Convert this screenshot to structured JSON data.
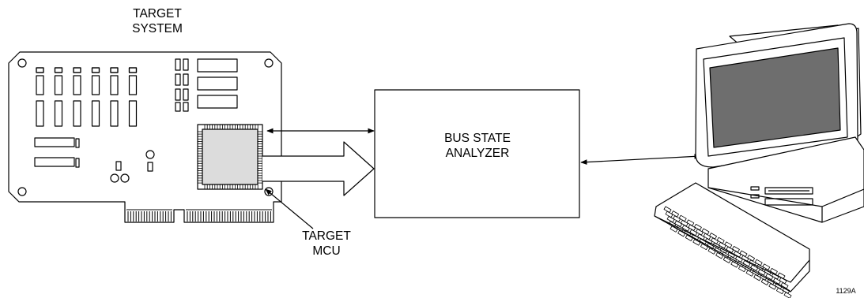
{
  "labels": {
    "target_system": [
      "TARGET",
      "SYSTEM"
    ],
    "bus_state_analyzer": [
      "BUS STATE",
      "ANALYZER"
    ],
    "target_mcu": [
      "TARGET",
      "MCU"
    ],
    "figure_code": "1129A"
  },
  "colors": {
    "line": "#000000",
    "background": "#ffffff",
    "mcu_fill": "#dcdcdc",
    "screen_fill": "#6e6e6e"
  }
}
